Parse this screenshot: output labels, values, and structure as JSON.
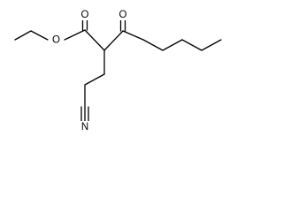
{
  "molecule": {
    "atoms": {
      "ester_carbonyl_oxygen": "O",
      "ester_oxygen": "O",
      "ketone_oxygen": "O",
      "nitrile_nitrogen": "N"
    }
  },
  "colors": {
    "bond": "#000000",
    "label": "#000000",
    "background": "#ffffff"
  }
}
